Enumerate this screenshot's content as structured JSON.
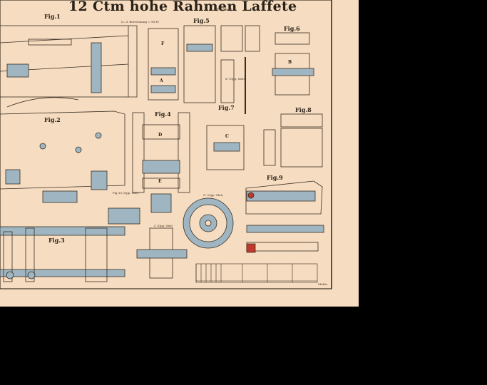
{
  "title": "12 Ctm hohe Rahmen Laffete",
  "title_note": "(P.° Met.)",
  "scale_label": "Maßst.",
  "figures": [
    "Fig.1",
    "Fig.2",
    "Fig.3",
    "Fig.4",
    "Fig.5",
    "Fig.6",
    "Fig.7",
    "Fig.8",
    "Fig.9"
  ],
  "annotations": {
    "fig1_note": "(z. d. Berechnung = 96 E)",
    "fig10": "Fig.10 (Opp. Met)",
    "fig_g": "G' (Opp. Met)",
    "fig_c": "C (Opp. Met)",
    "fig_x": "X' (Opp. Met)"
  },
  "letters": [
    "A",
    "B",
    "C",
    "D",
    "E",
    "F"
  ],
  "colors": {
    "paper": "#f6dcc0",
    "ink": "#3a2e22",
    "blue_grey": "#9fb6c2",
    "red": "#c0392b"
  }
}
